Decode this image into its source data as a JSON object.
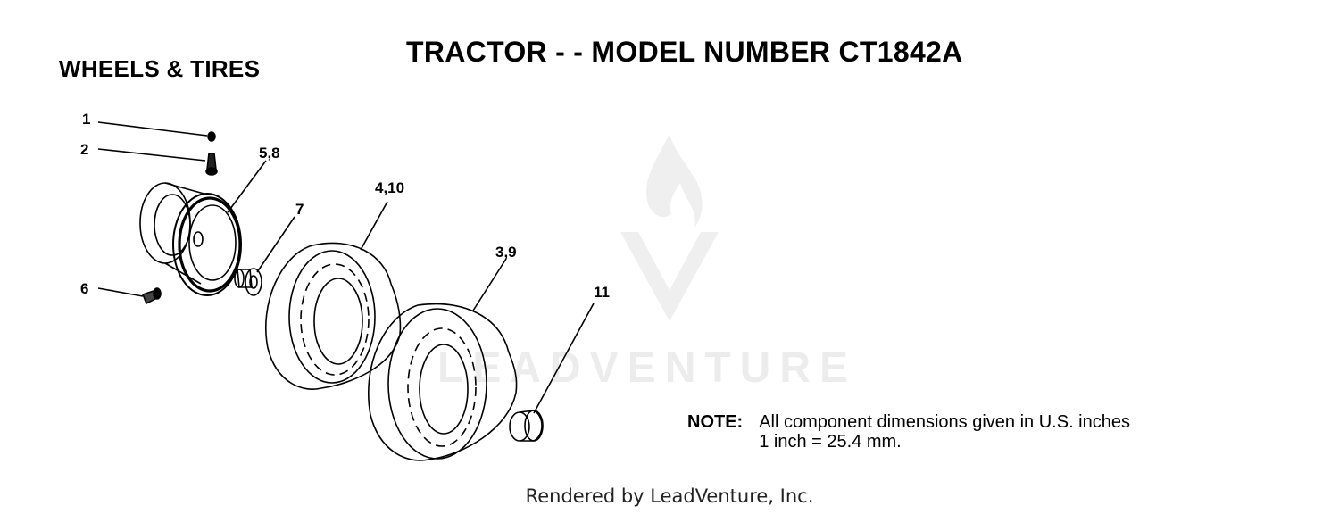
{
  "header": {
    "section_title": "WHEELS & TIRES",
    "page_title": "TRACTOR - - MODEL NUMBER CT1842A"
  },
  "callouts": {
    "c1": "1",
    "c2": "2",
    "c58": "5,8",
    "c7": "7",
    "c6": "6",
    "c410": "4,10",
    "c39": "3,9",
    "c11": "11"
  },
  "note": {
    "label": "NOTE:",
    "line1": "All component dimensions given in U.S. inches",
    "line2": "1 inch = 25.4 mm."
  },
  "watermark": "LEADVENTURE",
  "footer": "Rendered by LeadVenture, Inc."
}
